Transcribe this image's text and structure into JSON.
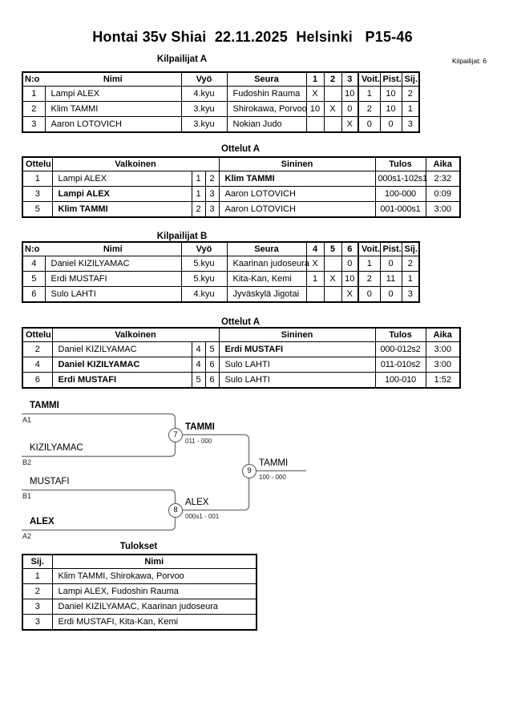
{
  "page": {
    "title": "Hontai 35v Shiai  22.11.2025  Helsinki   P15-46",
    "competitors_count_label": "Kilpailijat: 6"
  },
  "pool_a": {
    "title": "Kilpailijat A",
    "headers": {
      "no": "N:o",
      "name": "Nimi",
      "belt": "Vyö",
      "club": "Seura",
      "c1": "1",
      "c2": "2",
      "c3": "3",
      "wins": "Voit.",
      "points": "Pist.",
      "place": "Sij."
    },
    "rows": [
      {
        "no": "1",
        "name": "Lampi ALEX",
        "belt": "4.kyu",
        "club": "Fudoshin Rauma",
        "c1": "X",
        "c2": "",
        "c3": "10",
        "wins": "1",
        "points": "10",
        "place": "2"
      },
      {
        "no": "2",
        "name": "Klim TAMMI",
        "belt": "3.kyu",
        "club": "Shirokawa, Porvoo",
        "c1": "10",
        "c2": "X",
        "c3": "0",
        "wins": "2",
        "points": "10",
        "place": "1"
      },
      {
        "no": "3",
        "name": "Aaron LOTOVICH",
        "belt": "3.kyu",
        "club": "Nokian Judo",
        "c1": "",
        "c2": "",
        "c3": "X",
        "wins": "0",
        "points": "0",
        "place": "3"
      }
    ]
  },
  "matches_a": {
    "title": "Ottelut A",
    "headers": {
      "match": "Ottelu",
      "white": "Valkoinen",
      "blue": "Sininen",
      "result": "Tulos",
      "time": "Aika"
    },
    "rows": [
      {
        "match": "1",
        "white": "Lampi ALEX",
        "white_bold": false,
        "white_no": "1",
        "blue_no": "2",
        "blue": "Klim TAMMI",
        "blue_bold": true,
        "result": "000s1-102s1",
        "time": "2:32"
      },
      {
        "match": "3",
        "white": "Lampi ALEX",
        "white_bold": true,
        "white_no": "1",
        "blue_no": "3",
        "blue": "Aaron LOTOVICH",
        "blue_bold": false,
        "result": "100-000",
        "time": "0:09"
      },
      {
        "match": "5",
        "white": "Klim TAMMI",
        "white_bold": true,
        "white_no": "2",
        "blue_no": "3",
        "blue": "Aaron LOTOVICH",
        "blue_bold": false,
        "result": "001-000s1",
        "time": "3:00"
      }
    ]
  },
  "pool_b": {
    "title": "Kilpailijat B",
    "headers": {
      "no": "N:o",
      "name": "Nimi",
      "belt": "Vyö",
      "club": "Seura",
      "c1": "4",
      "c2": "5",
      "c3": "6",
      "wins": "Voit.",
      "points": "Pist.",
      "place": "Sij."
    },
    "rows": [
      {
        "no": "4",
        "name": "Daniel KIZILYAMAC",
        "belt": "5.kyu",
        "club": "Kaarinan judoseura",
        "c1": "X",
        "c2": "",
        "c3": "0",
        "wins": "1",
        "points": "0",
        "place": "2"
      },
      {
        "no": "5",
        "name": "Erdi MUSTAFI",
        "belt": "5.kyu",
        "club": "Kita-Kan, Kemi",
        "c1": "1",
        "c2": "X",
        "c3": "10",
        "wins": "2",
        "points": "11",
        "place": "1"
      },
      {
        "no": "6",
        "name": "Sulo LAHTI",
        "belt": "4.kyu",
        "club": "Jyväskylä Jigotai",
        "c1": "",
        "c2": "",
        "c3": "X",
        "wins": "0",
        "points": "0",
        "place": "3"
      }
    ]
  },
  "matches_b": {
    "title": "Ottelut A",
    "headers": {
      "match": "Ottelu",
      "white": "Valkoinen",
      "blue": "Sininen",
      "result": "Tulos",
      "time": "Aika"
    },
    "rows": [
      {
        "match": "2",
        "white": "Daniel KIZILYAMAC",
        "white_bold": false,
        "white_no": "4",
        "blue_no": "5",
        "blue": "Erdi MUSTAFI",
        "blue_bold": true,
        "result": "000-012s2",
        "time": "3:00"
      },
      {
        "match": "4",
        "white": "Daniel KIZILYAMAC",
        "white_bold": true,
        "white_no": "4",
        "blue_no": "6",
        "blue": "Sulo LAHTI",
        "blue_bold": false,
        "result": "011-010s2",
        "time": "3:00"
      },
      {
        "match": "6",
        "white": "Erdi MUSTAFI",
        "white_bold": true,
        "white_no": "5",
        "blue_no": "6",
        "blue": "Sulo LAHTI",
        "blue_bold": false,
        "result": "100-010",
        "time": "1:52"
      }
    ]
  },
  "bracket": {
    "seeds": [
      {
        "name": "TAMMI",
        "tag": "A1",
        "bold": true
      },
      {
        "name": "KIZILYAMAC",
        "tag": "B2",
        "bold": false
      },
      {
        "name": "MUSTAFI",
        "tag": "B1",
        "bold": false
      },
      {
        "name": "ALEX",
        "tag": "A2",
        "bold": true
      }
    ],
    "matches": [
      {
        "number": "7",
        "winner": "TAMMI",
        "score": "011 - 000",
        "bold": true
      },
      {
        "number": "8",
        "winner": "ALEX",
        "score": "000s1 - 001",
        "bold": false
      },
      {
        "number": "9",
        "winner": "TAMMI",
        "score": "100 - 000",
        "bold": false
      }
    ],
    "line_color": "#7f7f7f"
  },
  "results": {
    "title": "Tulokset",
    "headers": {
      "place": "Sij.",
      "name": "Nimi"
    },
    "rows": [
      {
        "place": "1",
        "name": "Klim TAMMI, Shirokawa, Porvoo"
      },
      {
        "place": "2",
        "name": "Lampi ALEX, Fudoshin Rauma"
      },
      {
        "place": "3",
        "name": "Daniel KIZILYAMAC, Kaarinan judoseura"
      },
      {
        "place": "3",
        "name": "Erdi MUSTAFI, Kita-Kan, Kemi"
      }
    ]
  }
}
